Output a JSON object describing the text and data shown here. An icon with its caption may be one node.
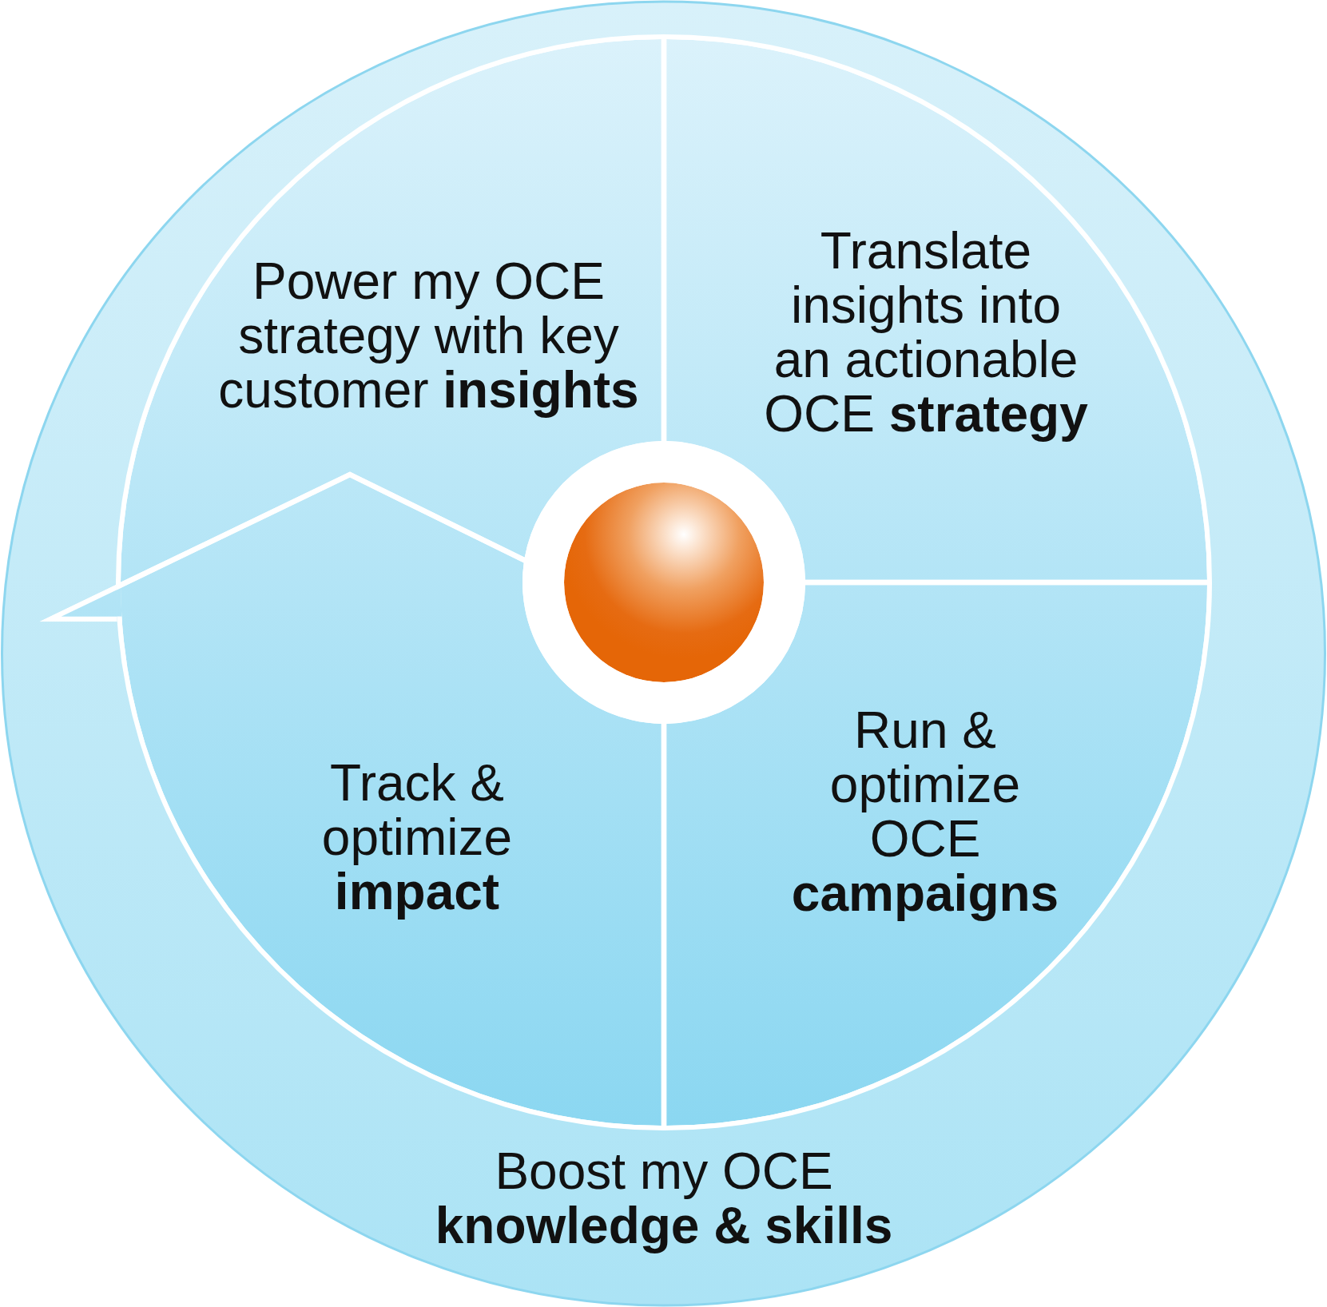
{
  "diagram": {
    "nodes": [
      {
        "text": [
          "Boost my OCE **knowledge & skills**"
        ]
      },
      {
        "text": [
          "Power my OCE strategy with key customer **insights**"
        ],
        "in": 0
      },
      {
        "text": [
          "Translate insights into an actionable OCE **strategy**"
        ],
        "in": 0
      },
      {
        "text": [],
        "shape": "circle",
        "in": 0
      },
      {
        "text": [
          "Track & optimize **impact**"
        ],
        "in": 0
      },
      {
        "text": [
          "Run & optimize OCE **campaigns**"
        ],
        "in": 0
      }
    ]
  }
}
